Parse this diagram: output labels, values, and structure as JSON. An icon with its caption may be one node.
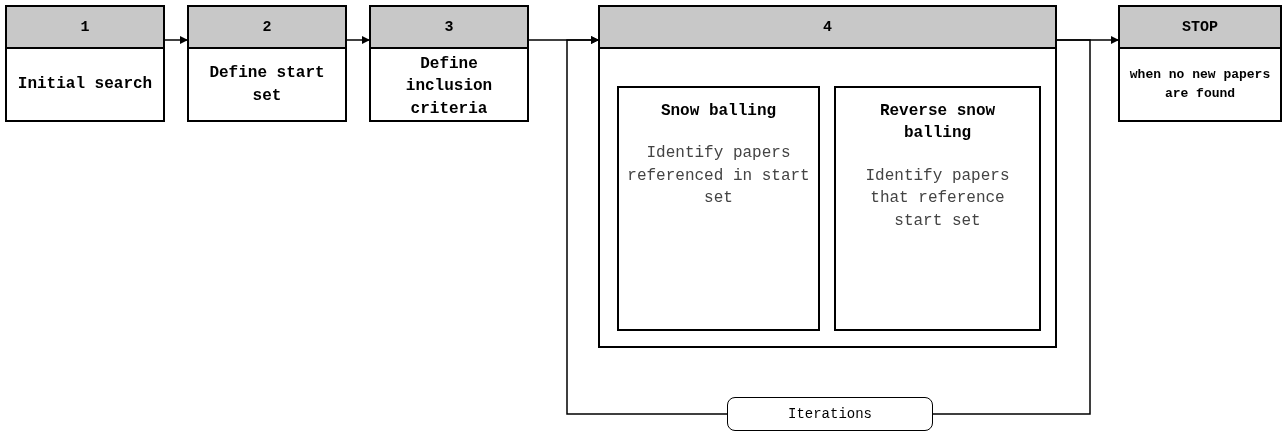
{
  "diagram": {
    "nodes": [
      {
        "text": [
          "1",
          "Initial search"
        ]
      },
      {
        "text": [
          "2",
          "Define start set"
        ]
      },
      {
        "text": [
          "3",
          "Define inclusion criteria"
        ]
      },
      {
        "text": [
          "4"
        ]
      },
      {
        "text": [
          "Snow balling",
          "Identify papers referenced in start set"
        ],
        "in": 3
      },
      {
        "text": [
          "Reverse snow balling",
          "Identify papers that reference start set"
        ],
        "in": 3
      },
      {
        "text": [
          "STOP",
          "when no new papers are found"
        ]
      },
      {
        "text": [
          "Iterations"
        ]
      }
    ],
    "edges": [
      {
        "from": 0,
        "to": 1,
        "arrow": "to"
      },
      {
        "from": 1,
        "to": 2,
        "arrow": "to"
      },
      {
        "from": 2,
        "to": 3,
        "arrow": "to"
      },
      {
        "from": 3,
        "to": 6,
        "arrow": "to"
      },
      {
        "from": 3,
        "to": 7,
        "arrow": "none"
      },
      {
        "from": 7,
        "to": 3,
        "arrow": "to"
      }
    ]
  }
}
